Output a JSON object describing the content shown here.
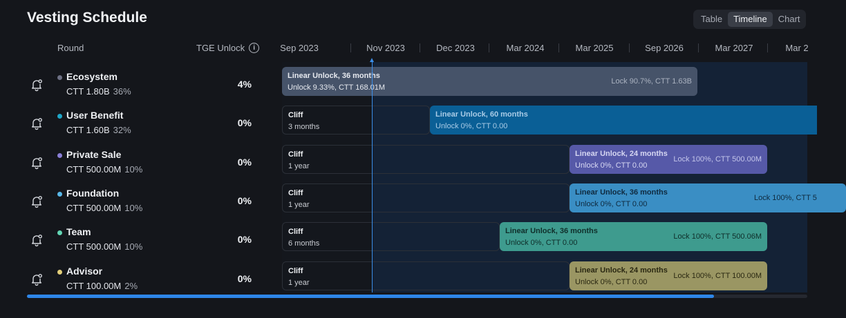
{
  "title": "Vesting Schedule",
  "view_tabs": [
    "Table",
    "Timeline",
    "Chart"
  ],
  "active_view": "Timeline",
  "columns": {
    "round": "Round",
    "tge": "TGE Unlock"
  },
  "info_glyph": "i",
  "dates": [
    "Sep 2023",
    "Nov 2023",
    "Dec 2023",
    "Mar 2024",
    "Mar 2025",
    "Sep 2026",
    "Mar 2027",
    "Mar 2"
  ],
  "rows": [
    {
      "name": "Ecosystem",
      "amount": "CTT 1.80B",
      "share": "36%",
      "tge": "4%",
      "dot_color": "#6d7084",
      "cliff": null,
      "linear": {
        "title": "Linear Unlock, 36 months",
        "detail": "Unlock 9.33%, CTT 168.01M",
        "lock": "Lock 90.7%, CTT 1.63B",
        "color": "#465369",
        "text_color": "#e6e9ef",
        "lock_color": "#aab2c0"
      }
    },
    {
      "name": "User Benefit",
      "amount": "CTT 1.60B",
      "share": "32%",
      "tge": "0%",
      "dot_color": "#1ea6c8",
      "cliff": {
        "title": "Cliff",
        "detail": "3 months"
      },
      "linear": {
        "title": "Linear Unlock, 60 months",
        "detail": "Unlock 0%, CTT 0.00",
        "lock": "",
        "color": "#0a5f96",
        "text_color": "#a9cbe6",
        "lock_color": "#a9cbe6"
      }
    },
    {
      "name": "Private Sale",
      "amount": "CTT 500.00M",
      "share": "10%",
      "tge": "0%",
      "dot_color": "#8a7fd6",
      "cliff": {
        "title": "Cliff",
        "detail": "1 year"
      },
      "linear": {
        "title": "Linear Unlock, 24 months",
        "detail": "Unlock 0%, CTT 0.00",
        "lock": "Lock 100%, CTT 500.00M",
        "color": "#5659a8",
        "text_color": "#d6d7f2",
        "lock_color": "#c3c5ea"
      }
    },
    {
      "name": "Foundation",
      "amount": "CTT 500.00M",
      "share": "10%",
      "tge": "0%",
      "dot_color": "#59b8e8",
      "cliff": {
        "title": "Cliff",
        "detail": "1 year"
      },
      "linear": {
        "title": "Linear Unlock, 36 months",
        "detail": "Unlock 0%, CTT 0.00",
        "lock": "Lock 100%, CTT 5",
        "color": "#3a8ec4",
        "text_color": "#0f2a3f",
        "lock_color": "#0f2a3f"
      }
    },
    {
      "name": "Team",
      "amount": "CTT 500.00M",
      "share": "10%",
      "tge": "0%",
      "dot_color": "#63d6b4",
      "cliff": {
        "title": "Cliff",
        "detail": "6 months"
      },
      "linear": {
        "title": "Linear Unlock, 36 months",
        "detail": "Unlock 0%, CTT 0.00",
        "lock": "Lock 100%, CTT 500.06M",
        "color": "#3e9b8e",
        "text_color": "#0f2e2a",
        "lock_color": "#0f2e2a"
      }
    },
    {
      "name": "Advisor",
      "amount": "CTT 100.00M",
      "share": "2%",
      "tge": "0%",
      "dot_color": "#e3cf7a",
      "cliff": {
        "title": "Cliff",
        "detail": "1 year"
      },
      "linear": {
        "title": "Linear Unlock, 24 months",
        "detail": "Unlock 0%, CTT 0.00",
        "lock": "Lock 100%, CTT 100.00M",
        "color": "#9a9663",
        "text_color": "#2a2812",
        "lock_color": "#2a2812"
      }
    }
  ],
  "scroll_position": 0.88
}
